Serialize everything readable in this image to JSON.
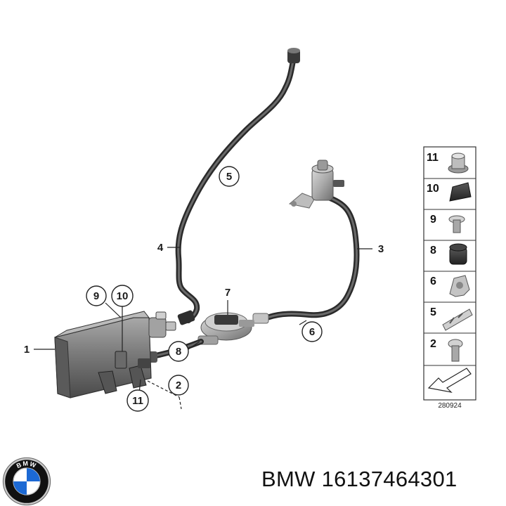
{
  "diagram": {
    "callouts": [
      "1",
      "2",
      "3",
      "4",
      "5",
      "6",
      "7",
      "8",
      "9",
      "10",
      "11"
    ],
    "legend_items": [
      "11",
      "10",
      "9",
      "8",
      "6",
      "5",
      "2"
    ],
    "reference_code": "280924"
  },
  "caption": {
    "brand": "BMW",
    "part_number": "16137464301"
  },
  "logo": {
    "letters": "BMW",
    "colors": {
      "blue": "#1c69d4",
      "ring": "#111111",
      "silver": "#c9c9c9"
    }
  }
}
